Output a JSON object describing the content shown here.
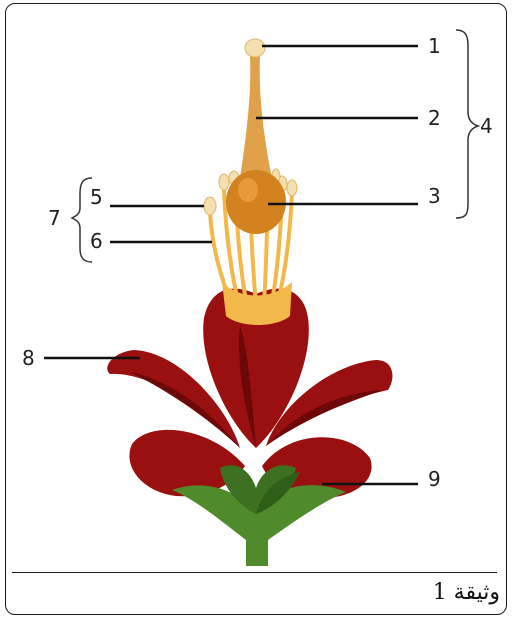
{
  "caption": "وثيقة 1",
  "labels": {
    "l1": "1",
    "l2": "2",
    "l3": "3",
    "l4": "4",
    "l5": "5",
    "l6": "6",
    "l7": "7",
    "l8": "8",
    "l9": "9"
  },
  "colors": {
    "petal": "#9a1010",
    "petal_shadow": "#6e0808",
    "sepal": "#4f8a2b",
    "sepal_dark": "#2f5e18",
    "stamen": "#f2b84a",
    "anther": "#f5deb0",
    "ovary": "#d4821f",
    "style": "#e0a14a"
  }
}
